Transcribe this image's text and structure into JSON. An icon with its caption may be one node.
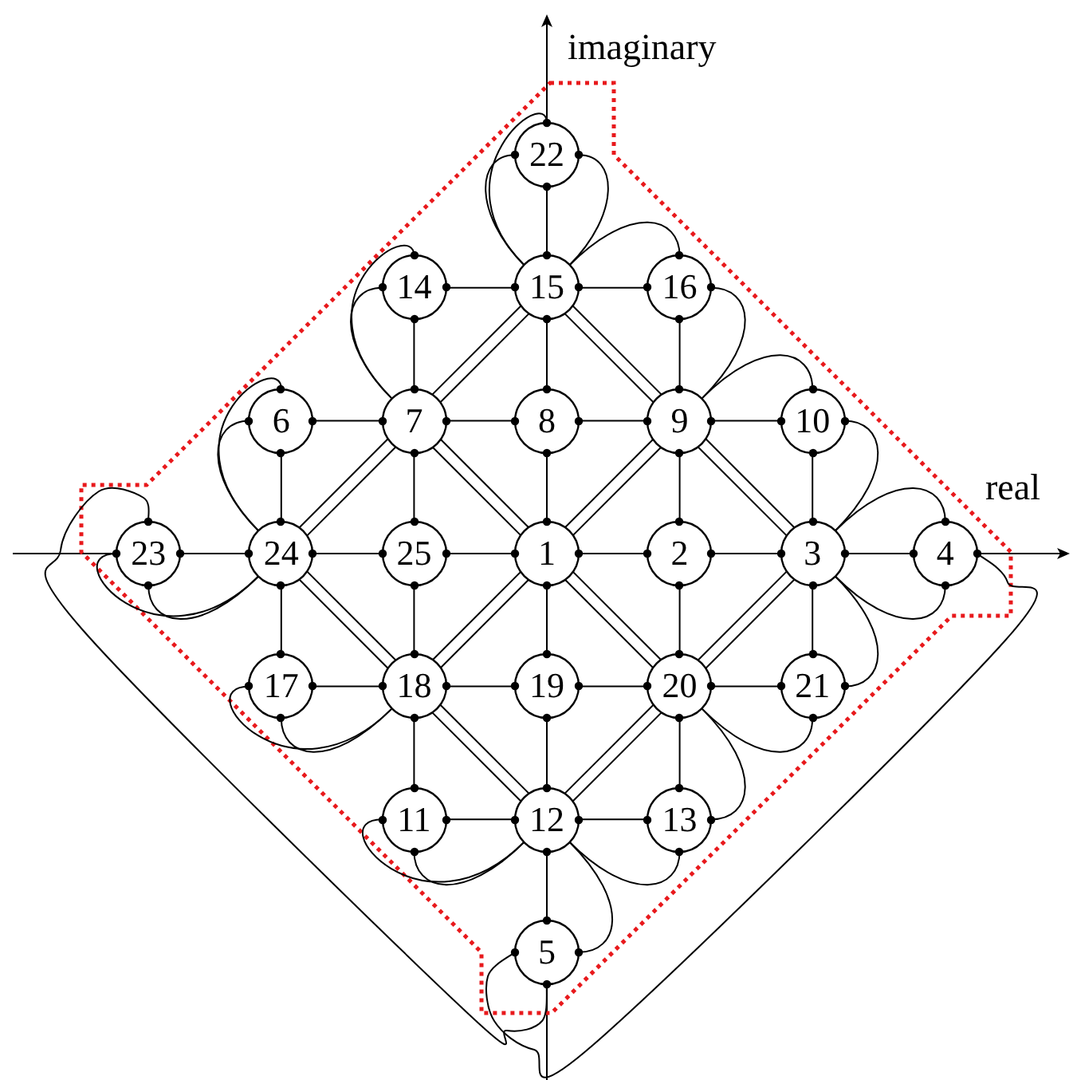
{
  "diagram": {
    "nodes": [
      {
        "text": [
          "22"
        ]
      },
      {
        "text": [
          "14"
        ]
      },
      {
        "text": [
          "15"
        ]
      },
      {
        "text": [
          "16"
        ]
      },
      {
        "text": [
          "6"
        ]
      },
      {
        "text": [
          "7"
        ]
      },
      {
        "text": [
          "8"
        ]
      },
      {
        "text": [
          "9"
        ]
      },
      {
        "text": [
          "10"
        ]
      },
      {
        "text": [
          "23"
        ]
      },
      {
        "text": [
          "24"
        ]
      },
      {
        "text": [
          "25"
        ]
      },
      {
        "text": [
          "1"
        ]
      },
      {
        "text": [
          "2"
        ]
      },
      {
        "text": [
          "3"
        ]
      },
      {
        "text": [
          "4"
        ]
      },
      {
        "text": [
          "17"
        ]
      },
      {
        "text": [
          "18"
        ]
      },
      {
        "text": [
          "19"
        ]
      },
      {
        "text": [
          "20"
        ]
      },
      {
        "text": [
          "21"
        ]
      },
      {
        "text": [
          "11"
        ]
      },
      {
        "text": [
          "12"
        ]
      },
      {
        "text": [
          "13"
        ]
      },
      {
        "text": [
          "5"
        ]
      }
    ],
    "edges": [
      {
        "from": 1,
        "to": 2,
        "arrow": "none"
      },
      {
        "from": 2,
        "to": 3,
        "arrow": "none"
      },
      {
        "from": 4,
        "to": 5,
        "arrow": "none"
      },
      {
        "from": 5,
        "to": 6,
        "arrow": "none"
      },
      {
        "from": 6,
        "to": 7,
        "arrow": "none"
      },
      {
        "from": 7,
        "to": 8,
        "arrow": "none"
      },
      {
        "from": 9,
        "to": 10,
        "arrow": "none"
      },
      {
        "from": 10,
        "to": 11,
        "arrow": "none"
      },
      {
        "from": 11,
        "to": 12,
        "arrow": "none"
      },
      {
        "from": 12,
        "to": 13,
        "arrow": "none"
      },
      {
        "from": 13,
        "to": 14,
        "arrow": "none"
      },
      {
        "from": 14,
        "to": 15,
        "arrow": "none"
      },
      {
        "from": 16,
        "to": 17,
        "arrow": "none"
      },
      {
        "from": 17,
        "to": 18,
        "arrow": "none"
      },
      {
        "from": 18,
        "to": 19,
        "arrow": "none"
      },
      {
        "from": 19,
        "to": 20,
        "arrow": "none"
      },
      {
        "from": 21,
        "to": 22,
        "arrow": "none"
      },
      {
        "from": 22,
        "to": 23,
        "arrow": "none"
      },
      {
        "from": 0,
        "to": 2,
        "arrow": "none"
      },
      {
        "from": 2,
        "to": 6,
        "arrow": "none"
      },
      {
        "from": 6,
        "to": 12,
        "arrow": "none"
      },
      {
        "from": 12,
        "to": 18,
        "arrow": "none"
      },
      {
        "from": 18,
        "to": 22,
        "arrow": "none"
      },
      {
        "from": 22,
        "to": 24,
        "arrow": "none"
      },
      {
        "from": 1,
        "to": 5,
        "arrow": "none"
      },
      {
        "from": 5,
        "to": 11,
        "arrow": "none"
      },
      {
        "from": 11,
        "to": 17,
        "arrow": "none"
      },
      {
        "from": 17,
        "to": 21,
        "arrow": "none"
      },
      {
        "from": 3,
        "to": 7,
        "arrow": "none"
      },
      {
        "from": 7,
        "to": 13,
        "arrow": "none"
      },
      {
        "from": 13,
        "to": 19,
        "arrow": "none"
      },
      {
        "from": 19,
        "to": 23,
        "arrow": "none"
      },
      {
        "from": 4,
        "to": 10,
        "arrow": "none"
      },
      {
        "from": 10,
        "to": 16,
        "arrow": "none"
      },
      {
        "from": 8,
        "to": 14,
        "arrow": "none"
      },
      {
        "from": 14,
        "to": 20,
        "arrow": "none"
      },
      {
        "from": 2,
        "to": 5,
        "arrow": "none"
      },
      {
        "from": 2,
        "to": 5,
        "arrow": "none"
      },
      {
        "from": 2,
        "to": 7,
        "arrow": "none"
      },
      {
        "from": 2,
        "to": 7,
        "arrow": "none"
      },
      {
        "from": 5,
        "to": 10,
        "arrow": "none"
      },
      {
        "from": 5,
        "to": 10,
        "arrow": "none"
      },
      {
        "from": 5,
        "to": 12,
        "arrow": "none"
      },
      {
        "from": 5,
        "to": 12,
        "arrow": "none"
      },
      {
        "from": 7,
        "to": 12,
        "arrow": "none"
      },
      {
        "from": 7,
        "to": 12,
        "arrow": "none"
      },
      {
        "from": 7,
        "to": 14,
        "arrow": "none"
      },
      {
        "from": 7,
        "to": 14,
        "arrow": "none"
      },
      {
        "from": 10,
        "to": 17,
        "arrow": "none"
      },
      {
        "from": 10,
        "to": 17,
        "arrow": "none"
      },
      {
        "from": 12,
        "to": 17,
        "arrow": "none"
      },
      {
        "from": 12,
        "to": 17,
        "arrow": "none"
      },
      {
        "from": 12,
        "to": 19,
        "arrow": "none"
      },
      {
        "from": 12,
        "to": 19,
        "arrow": "none"
      },
      {
        "from": 14,
        "to": 19,
        "arrow": "none"
      },
      {
        "from": 14,
        "to": 19,
        "arrow": "none"
      },
      {
        "from": 17,
        "to": 22,
        "arrow": "none"
      },
      {
        "from": 17,
        "to": 22,
        "arrow": "none"
      },
      {
        "from": 19,
        "to": 22,
        "arrow": "none"
      },
      {
        "from": 19,
        "to": 22,
        "arrow": "none"
      },
      {
        "from": 0,
        "to": 2,
        "arrow": "none"
      },
      {
        "from": 0,
        "to": 2,
        "arrow": "none"
      },
      {
        "from": 0,
        "to": 2,
        "arrow": "none"
      },
      {
        "from": 1,
        "to": 5,
        "arrow": "none"
      },
      {
        "from": 1,
        "to": 5,
        "arrow": "none"
      },
      {
        "from": 2,
        "to": 3,
        "arrow": "none"
      },
      {
        "from": 3,
        "to": 7,
        "arrow": "none"
      },
      {
        "from": 7,
        "to": 8,
        "arrow": "none"
      },
      {
        "from": 8,
        "to": 14,
        "arrow": "none"
      },
      {
        "from": 14,
        "to": 15,
        "arrow": "none"
      },
      {
        "from": 14,
        "to": 15,
        "arrow": "none"
      },
      {
        "from": 4,
        "to": 10,
        "arrow": "none"
      },
      {
        "from": 4,
        "to": 10,
        "arrow": "none"
      },
      {
        "from": 9,
        "to": 10,
        "arrow": "none"
      },
      {
        "from": 9,
        "to": 10,
        "arrow": "none"
      },
      {
        "from": 16,
        "to": 17,
        "arrow": "none"
      },
      {
        "from": 16,
        "to": 17,
        "arrow": "none"
      },
      {
        "from": 21,
        "to": 22,
        "arrow": "none"
      },
      {
        "from": 21,
        "to": 22,
        "arrow": "none"
      },
      {
        "from": 19,
        "to": 23,
        "arrow": "none"
      },
      {
        "from": 23,
        "to": 22,
        "arrow": "none"
      },
      {
        "from": 19,
        "to": 20,
        "arrow": "none"
      },
      {
        "from": 20,
        "to": 14,
        "arrow": "none"
      },
      {
        "from": 22,
        "to": 24,
        "arrow": "none"
      },
      {
        "from": 15,
        "to": 24,
        "arrow": "none"
      },
      {
        "from": 9,
        "to": 24,
        "arrow": "none"
      }
    ],
    "labels": [
      "imaginary",
      "real"
    ]
  }
}
